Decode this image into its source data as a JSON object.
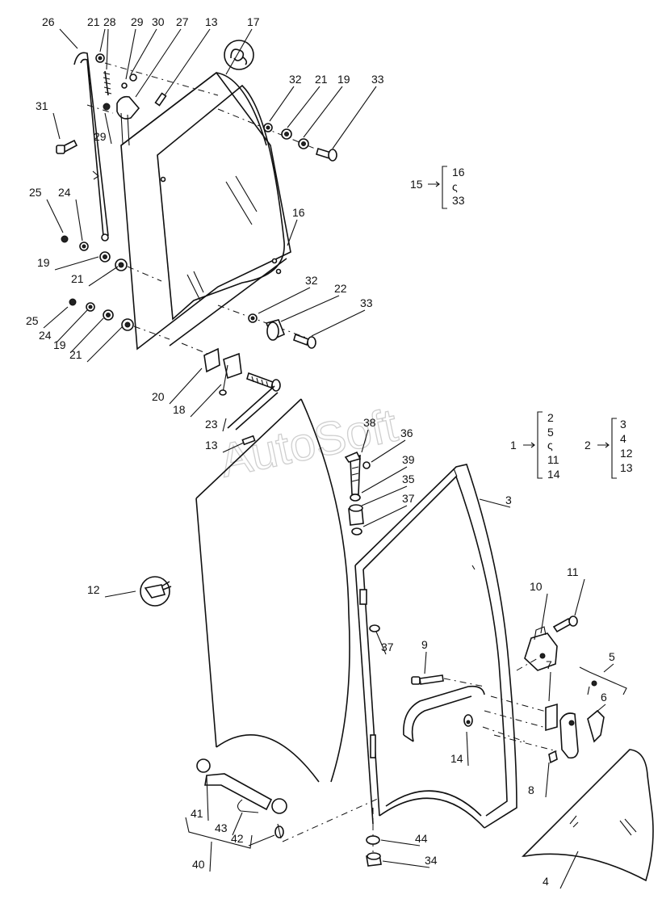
{
  "watermark": "AutoSoft",
  "callouts": [
    "26",
    "21",
    "28",
    "29",
    "30",
    "27",
    "13",
    "17",
    "31",
    "29",
    "32",
    "21",
    "19",
    "33",
    "25",
    "24",
    "16",
    "19",
    "21",
    "25",
    "24",
    "19",
    "21",
    "32",
    "22",
    "33",
    "20",
    "18",
    "23",
    "13",
    "38",
    "36",
    "39",
    "35",
    "37",
    "3",
    "12",
    "37",
    "10",
    "11",
    "9",
    "7",
    "5",
    "6",
    "14",
    "8",
    "41",
    "43",
    "42",
    "40",
    "44",
    "34",
    "4"
  ],
  "groups": [
    {
      "label": "15",
      "items": [
        "16",
        "ς",
        "33"
      ]
    },
    {
      "label": "1",
      "items": [
        "2",
        "5",
        "ς",
        "11",
        "14"
      ]
    },
    {
      "label": "2",
      "items": [
        "3",
        "4",
        "12",
        "13"
      ]
    }
  ],
  "icons": [
    "sealant-symbol-icon",
    "glass-cleaning-symbol-icon"
  ]
}
